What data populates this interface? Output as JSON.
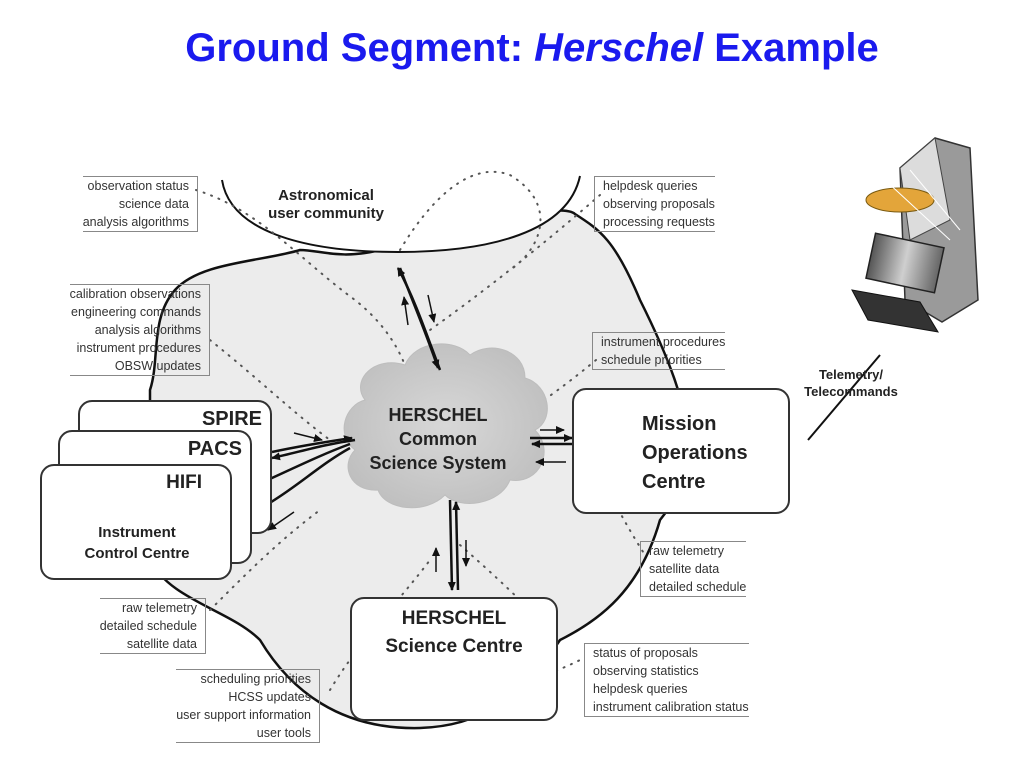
{
  "title": {
    "part1": "Ground Segment: ",
    "part2": "Herschel",
    "part3": " Example"
  },
  "nodes": {
    "community": [
      "Astronomical",
      "user community"
    ],
    "hcss": [
      "HERSCHEL",
      "Common",
      "Science System"
    ],
    "moc": [
      "Mission",
      "Operations",
      "Centre"
    ],
    "hsc": [
      "HERSCHEL",
      "Science Centre"
    ],
    "spire": "SPIRE",
    "pacs": "PACS",
    "hifi": "HIFI",
    "icc": [
      "Instrument",
      "Control Centre"
    ],
    "satellite_label": [
      "Telemetry/",
      "Telecommands"
    ]
  },
  "notes": {
    "community_left": [
      "observation status",
      "science data",
      "analysis algorithms"
    ],
    "community_right": [
      "helpdesk queries",
      "observing proposals",
      "processing requests"
    ],
    "icc_top": [
      "calibration observations",
      "engineering commands",
      "analysis algorithms",
      "instrument procedures",
      "OBSW updates"
    ],
    "moc_top": [
      "instrument procedures",
      "schedule priorities"
    ],
    "moc_bottom": [
      "raw telemetry",
      "satellite data",
      "detailed schedule"
    ],
    "icc_bottom": [
      "raw telemetry",
      "detailed schedule",
      "satellite data"
    ],
    "hsc_left": [
      "scheduling priorities",
      "HCSS updates",
      "user support information",
      "user tools"
    ],
    "hsc_right": [
      "status of proposals",
      "observing statistics",
      "helpdesk queries",
      "instrument calibration status"
    ]
  }
}
